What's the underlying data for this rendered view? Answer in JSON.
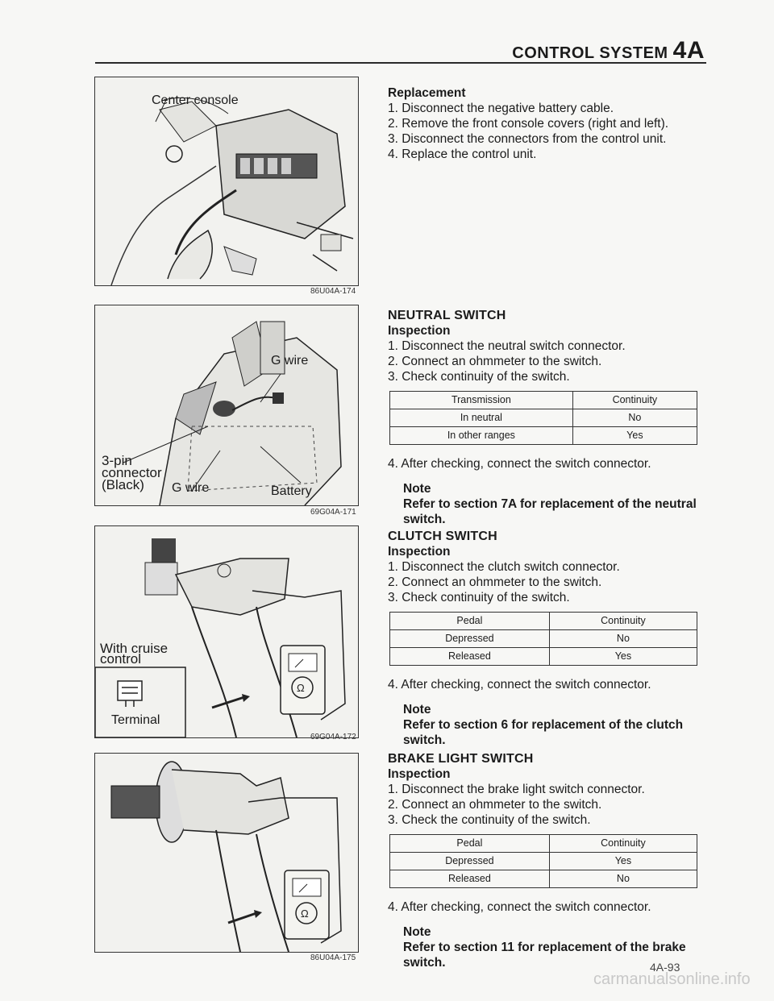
{
  "header": {
    "title_small": "CONTROL SYSTEM",
    "title_big": "4A"
  },
  "figures": [
    {
      "code": "86U04A-174",
      "labels": [
        "Center console"
      ]
    },
    {
      "code": "69G04A-171",
      "labels": [
        "G wire",
        "3-pin",
        "connector",
        "(Black)",
        "G wire",
        "Battery"
      ]
    },
    {
      "code": "69G04A-172",
      "labels": [
        "With cruise",
        "control",
        "Terminal"
      ]
    },
    {
      "code": "86U04A-175",
      "labels": []
    }
  ],
  "replacement": {
    "heading": "Replacement",
    "steps": [
      "1. Disconnect the negative battery cable.",
      "2. Remove the front console covers (right and left).",
      "3. Disconnect the connectors from the control unit.",
      "4. Replace the control unit."
    ]
  },
  "neutral": {
    "heading": "NEUTRAL SWITCH",
    "sub": "Inspection",
    "steps": [
      "1. Disconnect the neutral switch connector.",
      "2. Connect an ohmmeter to the switch.",
      "3. Check continuity of the switch."
    ],
    "table": [
      [
        "Transmission",
        "Continuity"
      ],
      [
        "In neutral",
        "No"
      ],
      [
        "In other ranges",
        "Yes"
      ]
    ],
    "after": "4. After checking, connect the switch connector.",
    "note_label": "Note",
    "note_text": "Refer to section 7A for replacement of the neutral switch."
  },
  "clutch": {
    "heading": "CLUTCH SWITCH",
    "sub": "Inspection",
    "steps": [
      "1. Disconnect the clutch switch connector.",
      "2. Connect an ohmmeter to the switch.",
      "3. Check continuity of the switch."
    ],
    "table": [
      [
        "Pedal",
        "Continuity"
      ],
      [
        "Depressed",
        "No"
      ],
      [
        "Released",
        "Yes"
      ]
    ],
    "after": "4. After checking, connect the switch connector.",
    "note_label": "Note",
    "note_text": "Refer to section 6 for replacement of the clutch switch."
  },
  "brake": {
    "heading": "BRAKE LIGHT SWITCH",
    "sub": "Inspection",
    "steps": [
      "1. Disconnect the brake light switch connector.",
      "2. Connect an ohmmeter to the switch.",
      "3. Check the continuity of the switch."
    ],
    "table": [
      [
        "Pedal",
        "Continuity"
      ],
      [
        "Depressed",
        "Yes"
      ],
      [
        "Released",
        "No"
      ]
    ],
    "after": "4. After checking, connect the switch connector.",
    "note_label": "Note",
    "note_text": "Refer to section 11 for replacement of the brake switch."
  },
  "footer": {
    "page": "4A-93",
    "watermark": "carmanualsonline.info"
  }
}
